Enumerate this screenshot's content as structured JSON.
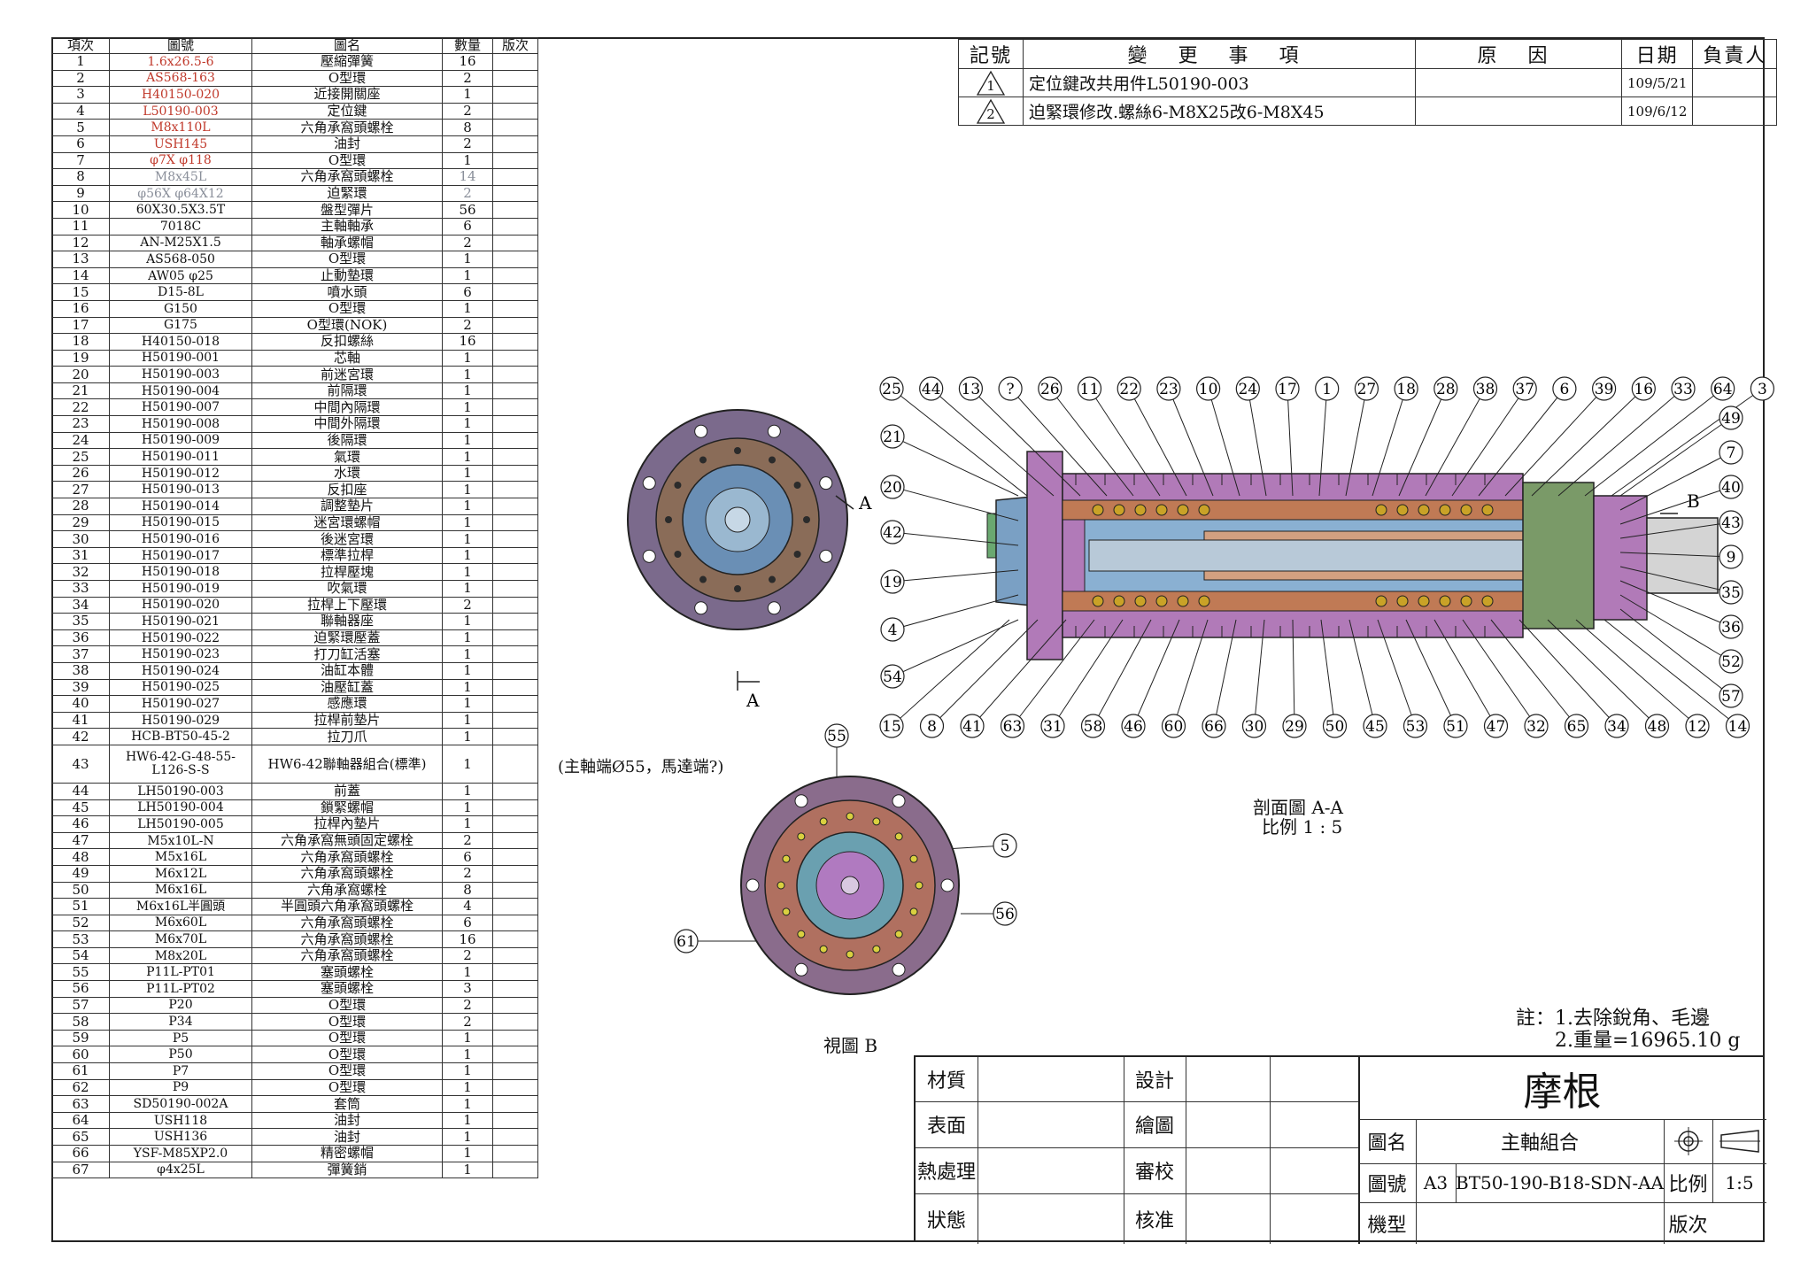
{
  "bom": {
    "headers": [
      "項次",
      "圖號",
      "圖名",
      "數量",
      "版次"
    ],
    "rows": [
      {
        "no": "1",
        "pn": "1.6x26.5-6",
        "name": "壓縮彈簧",
        "qty": "16",
        "style": "red"
      },
      {
        "no": "2",
        "pn": "AS568-163",
        "name": "O型環",
        "qty": "2",
        "style": "red"
      },
      {
        "no": "3",
        "pn": "H40150-020",
        "name": "近接開關座",
        "qty": "1",
        "style": "red"
      },
      {
        "no": "4",
        "pn": "L50190-003",
        "name": "定位鍵",
        "qty": "2",
        "style": "red"
      },
      {
        "no": "5",
        "pn": "M8x110L",
        "name": "六角承窩頭螺栓",
        "qty": "8",
        "style": "red"
      },
      {
        "no": "6",
        "pn": "USH145",
        "name": "油封",
        "qty": "2",
        "style": "red"
      },
      {
        "no": "7",
        "pn": "φ7X φ118",
        "name": "O型環",
        "qty": "1",
        "style": "red"
      },
      {
        "no": "8",
        "pn": "M8x45L",
        "name": "六角承窩頭螺栓",
        "qty": "14",
        "style": "gray"
      },
      {
        "no": "9",
        "pn": "φ56X φ64X12",
        "name": "迫緊環",
        "qty": "2",
        "style": "gray"
      },
      {
        "no": "10",
        "pn": "60X30.5X3.5T",
        "name": "盤型彈片",
        "qty": "56",
        "style": ""
      },
      {
        "no": "11",
        "pn": "7018C",
        "name": "主軸軸承",
        "qty": "6",
        "style": ""
      },
      {
        "no": "12",
        "pn": "AN-M25X1.5",
        "name": "軸承螺帽",
        "qty": "2",
        "style": ""
      },
      {
        "no": "13",
        "pn": "AS568-050",
        "name": "O型環",
        "qty": "1",
        "style": ""
      },
      {
        "no": "14",
        "pn": "AW05  φ25",
        "name": "止動墊環",
        "qty": "1",
        "style": ""
      },
      {
        "no": "15",
        "pn": "D15-8L",
        "name": "噴水頭",
        "qty": "6",
        "style": ""
      },
      {
        "no": "16",
        "pn": "G150",
        "name": "O型環",
        "qty": "1",
        "style": ""
      },
      {
        "no": "17",
        "pn": "G175",
        "name": "O型環(NOK)",
        "qty": "2",
        "style": ""
      },
      {
        "no": "18",
        "pn": "H40150-018",
        "name": "反扣螺絲",
        "qty": "16",
        "style": ""
      },
      {
        "no": "19",
        "pn": "H50190-001",
        "name": "芯軸",
        "qty": "1",
        "style": ""
      },
      {
        "no": "20",
        "pn": "H50190-003",
        "name": "前迷宮環",
        "qty": "1",
        "style": ""
      },
      {
        "no": "21",
        "pn": "H50190-004",
        "name": "前隔環",
        "qty": "1",
        "style": ""
      },
      {
        "no": "22",
        "pn": "H50190-007",
        "name": "中間內隔環",
        "qty": "1",
        "style": ""
      },
      {
        "no": "23",
        "pn": "H50190-008",
        "name": "中間外隔環",
        "qty": "1",
        "style": ""
      },
      {
        "no": "24",
        "pn": "H50190-009",
        "name": "後隔環",
        "qty": "1",
        "style": ""
      },
      {
        "no": "25",
        "pn": "H50190-011",
        "name": "氣環",
        "qty": "1",
        "style": ""
      },
      {
        "no": "26",
        "pn": "H50190-012",
        "name": "水環",
        "qty": "1",
        "style": ""
      },
      {
        "no": "27",
        "pn": "H50190-013",
        "name": "反扣座",
        "qty": "1",
        "style": ""
      },
      {
        "no": "28",
        "pn": "H50190-014",
        "name": "調整墊片",
        "qty": "1",
        "style": ""
      },
      {
        "no": "29",
        "pn": "H50190-015",
        "name": "迷宮環螺帽",
        "qty": "1",
        "style": ""
      },
      {
        "no": "30",
        "pn": "H50190-016",
        "name": "後迷宮環",
        "qty": "1",
        "style": ""
      },
      {
        "no": "31",
        "pn": "H50190-017",
        "name": "標準拉桿",
        "qty": "1",
        "style": ""
      },
      {
        "no": "32",
        "pn": "H50190-018",
        "name": "拉桿壓塊",
        "qty": "1",
        "style": ""
      },
      {
        "no": "33",
        "pn": "H50190-019",
        "name": "吹氣環",
        "qty": "1",
        "style": ""
      },
      {
        "no": "34",
        "pn": "H50190-020",
        "name": "拉桿上下壓環",
        "qty": "2",
        "style": ""
      },
      {
        "no": "35",
        "pn": "H50190-021",
        "name": "聯軸器座",
        "qty": "1",
        "style": ""
      },
      {
        "no": "36",
        "pn": "H50190-022",
        "name": "迫緊環壓蓋",
        "qty": "1",
        "style": ""
      },
      {
        "no": "37",
        "pn": "H50190-023",
        "name": "打刀缸活塞",
        "qty": "1",
        "style": ""
      },
      {
        "no": "38",
        "pn": "H50190-024",
        "name": "油缸本體",
        "qty": "1",
        "style": ""
      },
      {
        "no": "39",
        "pn": "H50190-025",
        "name": "油壓缸蓋",
        "qty": "1",
        "style": ""
      },
      {
        "no": "40",
        "pn": "H50190-027",
        "name": "感應環",
        "qty": "1",
        "style": ""
      },
      {
        "no": "41",
        "pn": "H50190-029",
        "name": "拉桿前墊片",
        "qty": "1",
        "style": ""
      },
      {
        "no": "42",
        "pn": "HCB-BT50-45-2",
        "name": "拉刀爪",
        "qty": "1",
        "style": ""
      },
      {
        "no": "43",
        "pn": "HW6-42-G-48-55-L126-S-S",
        "name": "HW6-42聯軸器組合(標準)",
        "qty": "1",
        "style": "",
        "tall": true
      },
      {
        "no": "44",
        "pn": "LH50190-003",
        "name": "前蓋",
        "qty": "1",
        "style": ""
      },
      {
        "no": "45",
        "pn": "LH50190-004",
        "name": "鎖緊螺帽",
        "qty": "1",
        "style": ""
      },
      {
        "no": "46",
        "pn": "LH50190-005",
        "name": "拉桿內墊片",
        "qty": "1",
        "style": ""
      },
      {
        "no": "47",
        "pn": "M5x10L-N",
        "name": "六角承窩無頭固定螺栓",
        "qty": "2",
        "style": ""
      },
      {
        "no": "48",
        "pn": "M5x16L",
        "name": "六角承窩頭螺栓",
        "qty": "6",
        "style": ""
      },
      {
        "no": "49",
        "pn": "M6x12L",
        "name": "六角承窩頭螺栓",
        "qty": "2",
        "style": ""
      },
      {
        "no": "50",
        "pn": "M6x16L",
        "name": "六角承窩螺栓",
        "qty": "8",
        "style": ""
      },
      {
        "no": "51",
        "pn": "M6x16L半圓頭",
        "name": "半圓頭六角承窩頭螺栓",
        "qty": "4",
        "style": ""
      },
      {
        "no": "52",
        "pn": "M6x60L",
        "name": "六角承窩頭螺栓",
        "qty": "6",
        "style": ""
      },
      {
        "no": "53",
        "pn": "M6x70L",
        "name": "六角承窩頭螺栓",
        "qty": "16",
        "style": ""
      },
      {
        "no": "54",
        "pn": "M8x20L",
        "name": "六角承窩頭螺栓",
        "qty": "2",
        "style": ""
      },
      {
        "no": "55",
        "pn": "P11L-PT01",
        "name": "塞頭螺栓",
        "qty": "1",
        "style": ""
      },
      {
        "no": "56",
        "pn": "P11L-PT02",
        "name": "塞頭螺栓",
        "qty": "3",
        "style": ""
      },
      {
        "no": "57",
        "pn": "P20",
        "name": "O型環",
        "qty": "2",
        "style": ""
      },
      {
        "no": "58",
        "pn": "P34",
        "name": "O型環",
        "qty": "2",
        "style": ""
      },
      {
        "no": "59",
        "pn": "P5",
        "name": "O型環",
        "qty": "1",
        "style": ""
      },
      {
        "no": "60",
        "pn": "P50",
        "name": "O型環",
        "qty": "1",
        "style": ""
      },
      {
        "no": "61",
        "pn": "P7",
        "name": "O型環",
        "qty": "1",
        "style": ""
      },
      {
        "no": "62",
        "pn": "P9",
        "name": "O型環",
        "qty": "1",
        "style": ""
      },
      {
        "no": "63",
        "pn": "SD50190-002A",
        "name": "套筒",
        "qty": "1",
        "style": ""
      },
      {
        "no": "64",
        "pn": "USH118",
        "name": "油封",
        "qty": "1",
        "style": ""
      },
      {
        "no": "65",
        "pn": "USH136",
        "name": "油封",
        "qty": "1",
        "style": ""
      },
      {
        "no": "66",
        "pn": "YSF-M85XP2.0",
        "name": "精密螺帽",
        "qty": "1",
        "style": ""
      },
      {
        "no": "67",
        "pn": "φ4x25L",
        "name": "彈簧銷",
        "qty": "1",
        "style": ""
      }
    ],
    "note_43": "(主軸端Ø55，馬達端?)"
  },
  "revisions": {
    "headers": [
      "記號",
      "變 更 事 項",
      "原 因",
      "日期",
      "負責人"
    ],
    "rows": [
      {
        "mark": "1",
        "desc": "定位鍵改共用件L50190-003",
        "reason": "",
        "date": "109/5/21",
        "resp": ""
      },
      {
        "mark": "2",
        "desc": "迫緊環修改.螺絲6-M8X25改6-M8X45",
        "reason": "",
        "date": "109/6/12",
        "resp": ""
      }
    ]
  },
  "views": {
    "section_title": "剖面圖 A-A",
    "section_scale": "比例 1 : 5",
    "view_b": "視圖 B",
    "section_mark": "A",
    "view_mark": "B"
  },
  "balloons": {
    "top": [
      "25",
      "44",
      "13",
      "?",
      "26",
      "11",
      "22",
      "23",
      "10",
      "24",
      "17",
      "1",
      "27",
      "18",
      "28",
      "38",
      "37",
      "6",
      "39",
      "16",
      "33",
      "64",
      "3"
    ],
    "bottom": [
      "15",
      "8",
      "41",
      "63",
      "31",
      "58",
      "46",
      "60",
      "66",
      "30",
      "29",
      "50",
      "45",
      "53",
      "51",
      "47",
      "32",
      "65",
      "34",
      "48",
      "12",
      "14"
    ],
    "left": [
      "21",
      "20",
      "42",
      "19",
      "4",
      "54"
    ],
    "right": [
      "49",
      "7",
      "40",
      "43",
      "9",
      "35",
      "36",
      "52",
      "57"
    ],
    "view_b": [
      "55",
      "5",
      "56",
      "61"
    ]
  },
  "notes": {
    "line1": "註：1.去除銳角、毛邊",
    "line2": "2.重量=16965.10 g"
  },
  "title_block": {
    "material_label": "材質",
    "surface_label": "表面",
    "heat_label": "熱處理",
    "state_label": "狀態",
    "design_label": "設計",
    "draw_label": "繪圖",
    "check_label": "審校",
    "approve_label": "核准",
    "company": "摩根",
    "name_label": "圖名",
    "name_value": "主軸組合",
    "number_label": "圖號",
    "size": "A3",
    "number_value": "BT50-190-B18-SDN-AA",
    "scale_label": "比例",
    "scale_value": "1:5",
    "model_label": "機型",
    "rev_label": "版次"
  },
  "colors": {
    "housing": "#b17ab8",
    "bearing": "#c9a227",
    "spindle": "#7aa0c4",
    "copper": "#c07a55",
    "green": "#6aa870",
    "flange": "#7b6a8c"
  }
}
